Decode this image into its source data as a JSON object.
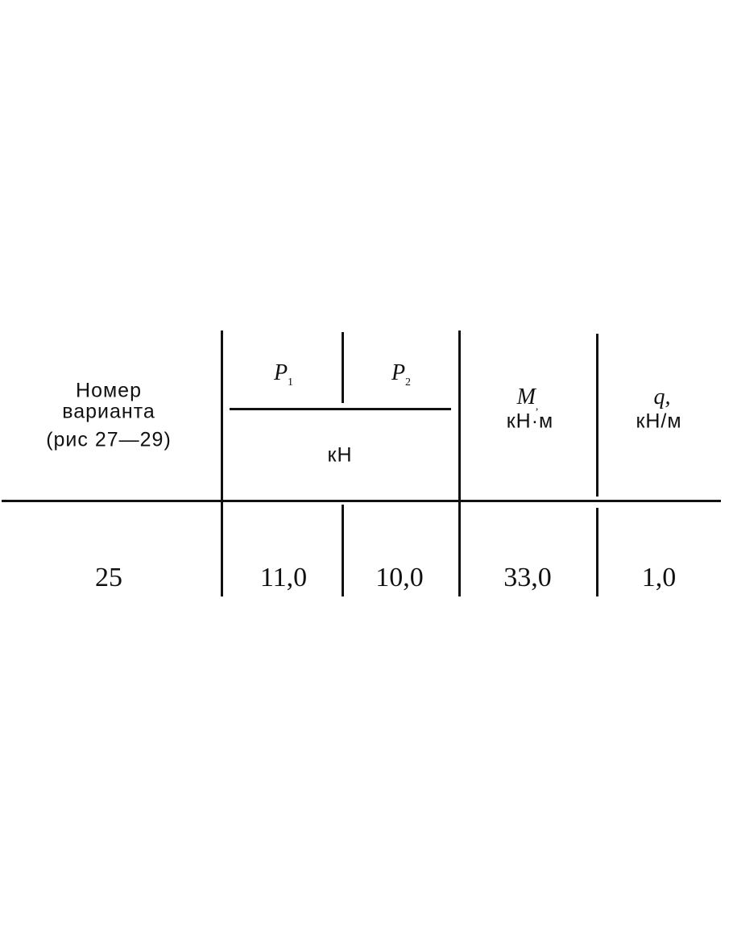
{
  "table": {
    "headers": {
      "variant": [
        "Номер",
        "варианта",
        "(рис 27—29)"
      ],
      "p1": {
        "symbol": "P",
        "sub": "1"
      },
      "p2": {
        "symbol": "P",
        "sub": "2"
      },
      "p_unit": "кН",
      "m": {
        "symbol": "M",
        "sub": ",",
        "unit": "кН·м"
      },
      "q": {
        "symbol": "q",
        "sub": ",",
        "unit": "кН/м"
      }
    },
    "row": {
      "variant": "25",
      "p1": "11,0",
      "p2": "10,0",
      "m": "33,0",
      "q": "1,0"
    }
  }
}
